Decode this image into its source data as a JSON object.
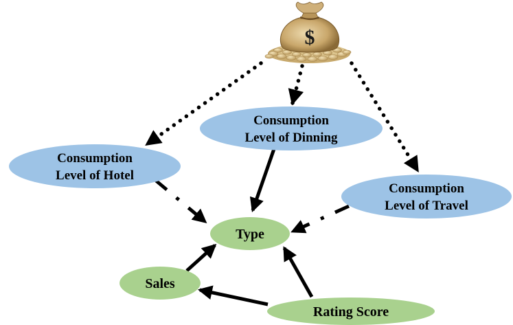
{
  "diagram": {
    "source_icon": "money-bag-icon",
    "source_symbol": "$",
    "nodes": {
      "hotel": {
        "line1": "Consumption",
        "line2": "Level of Hotel"
      },
      "dining": {
        "line1": "Consumption",
        "line2": "Level of Dinning"
      },
      "travel": {
        "line1": "Consumption",
        "line2": "Level of Travel"
      },
      "type": {
        "label": "Type"
      },
      "sales": {
        "label": "Sales"
      },
      "rating": {
        "label": "Rating Score"
      }
    },
    "edge_styles": {
      "money_to_consumption": "dotted",
      "hotel_to_type": "dash-dot",
      "travel_to_type": "dash-dot",
      "dining_to_type": "solid",
      "sales_to_type": "solid",
      "rating_to_type": "solid",
      "rating_to_sales": "solid"
    },
    "colors": {
      "consumption_node_fill": "#9dc3e6",
      "outcome_node_fill": "#a9d18e",
      "arrow": "#000000",
      "bag": "#c9a76b",
      "coins": "#d8bf86"
    }
  }
}
